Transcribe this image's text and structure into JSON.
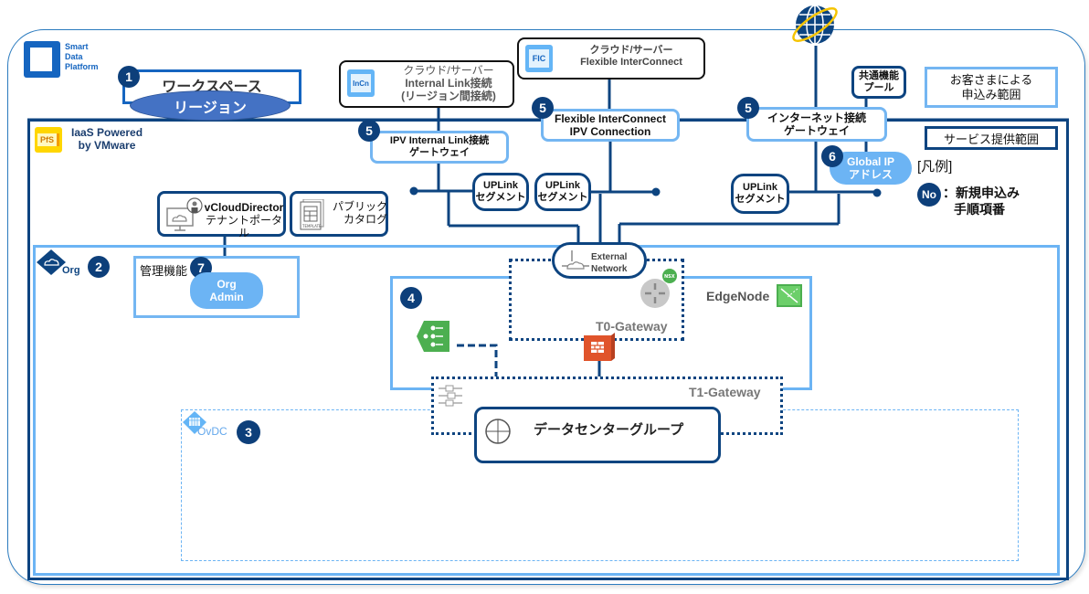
{
  "logo": {
    "line1": "Smart",
    "line2": "Data",
    "line3": "Platform"
  },
  "workspace": {
    "label": "ワークスペース",
    "badge": "1"
  },
  "region": {
    "label": "リージョン"
  },
  "iaas": {
    "line1": "IaaS Powered",
    "line2": "by VMware",
    "icon_text": "PfS"
  },
  "incn": {
    "icon_text": "InCn",
    "line1": "クラウド/サーバー",
    "line2": "Internal Link接続",
    "line3": "(リージョン間接続)"
  },
  "fic": {
    "icon_text": "FIC",
    "line1": "クラウド/サーバー",
    "line2": "Flexible InterConnect"
  },
  "gateways": {
    "ipv_internal": {
      "badge": "5",
      "line1": "IPV Internal Link接続",
      "line2": "ゲートウェイ"
    },
    "fic_ipv": {
      "badge": "5",
      "line1": "Flexible InterConnect",
      "line2": "IPV Connection"
    },
    "internet": {
      "badge": "5",
      "line1": "インターネット接続",
      "line2": "ゲートウェイ"
    }
  },
  "shared_pool": {
    "line1": "共通機能",
    "line2": "プール"
  },
  "legend": {
    "customer_scope_line1": "お客さまによる",
    "customer_scope_line2": "申込み範囲",
    "service_scope": "サービス提供範囲",
    "title": "[凡例]",
    "no_badge": "No",
    "no_desc_line1": "：新規申込み",
    "no_desc_line2": "手順項番"
  },
  "global_ip": {
    "badge": "6",
    "line1": "Global IP",
    "line2": "アドレス"
  },
  "uplink": {
    "line1": "UPLink",
    "line2": "セグメント"
  },
  "vcloud": {
    "line1": "vCloudDirector",
    "line2": "テナントポータル"
  },
  "catalog": {
    "line1": "パブリック",
    "line2": "カタログ",
    "icon_text": "TEMPLATE"
  },
  "org": {
    "label": "Org",
    "badge": "2"
  },
  "admin": {
    "label": "管理機能",
    "badge": "7",
    "line1": "Org",
    "line2": "Admin"
  },
  "external_network": {
    "line1": "External",
    "line2": "Network"
  },
  "edge": {
    "badge": "4",
    "label": "EdgeNode",
    "t0": "T0-Gateway",
    "t1": "T1-Gateway",
    "nsx": "NSX"
  },
  "ovdc": {
    "label": "OvDC",
    "badge": "3"
  },
  "dcgroup": {
    "label": "データセンターグループ"
  },
  "colors": {
    "dark_blue": "#0d4480",
    "light_blue": "#6cb4f4",
    "pill_blue": "#4472c4",
    "green": "#4caf50",
    "orange": "#e0542b"
  }
}
